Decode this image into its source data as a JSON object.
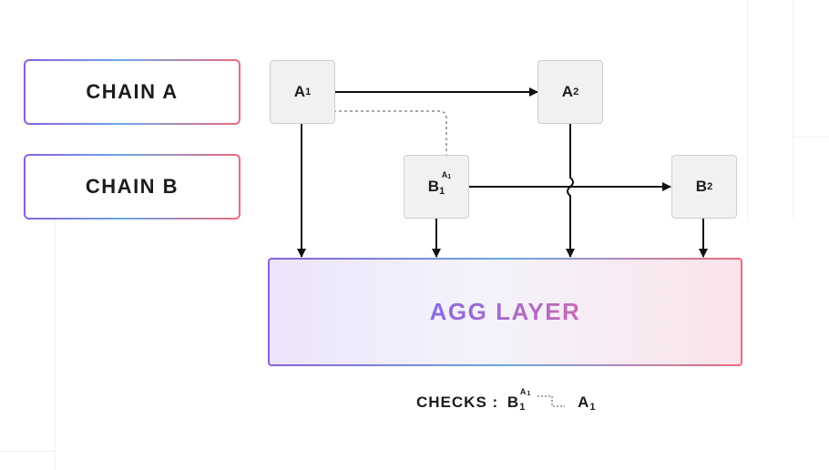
{
  "chains": {
    "chain_a_label": "CHAIN A",
    "chain_b_label": "CHAIN B"
  },
  "nodes": {
    "a1": {
      "letter": "A",
      "sub": "1"
    },
    "a2": {
      "letter": "A",
      "sub": "2"
    },
    "b1": {
      "letter": "B",
      "sub": "1",
      "sup_letter": "A",
      "sup_sub": "1"
    },
    "b2": {
      "letter": "B",
      "sub": "2"
    }
  },
  "agg_layer": {
    "label": "AGG LAYER"
  },
  "checks": {
    "prefix": "CHECKS :",
    "left_letter": "B",
    "left_sub": "1",
    "left_sup_letter": "A",
    "left_sup_sub": "1",
    "right_letter": "A",
    "right_sub": "1"
  },
  "colors": {
    "gradient_start": "#8a5fe0",
    "gradient_mid": "#6aa8e8",
    "gradient_end": "#f06a7a",
    "arrow": "#111111",
    "dotted_link": "#8a8a8a"
  }
}
